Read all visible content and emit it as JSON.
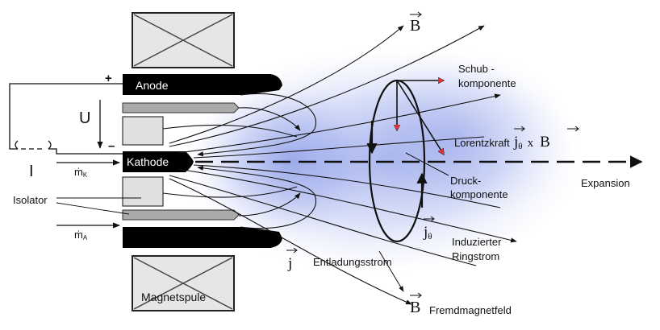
{
  "labels": {
    "anode": "Anode",
    "kathode": "Kathode",
    "magnetspule": "Magnetspule",
    "isolator": "Isolator",
    "voltage": "U",
    "current": "I",
    "plus": "+",
    "minus": "–",
    "mass_k": "ṁ",
    "mass_k_sub": "K",
    "mass_a": "ṁ",
    "mass_a_sub": "A",
    "b_top": "B",
    "schub_1": "Schub -",
    "schub_2": "komponente",
    "lorentz": "Lorentzkraft",
    "lorentz_j": "j",
    "lorentz_theta": "θ",
    "lorentz_x": "x",
    "lorentz_b": "B",
    "druck_1": "Druck-",
    "druck_2": "komponente",
    "expansion": "Expansion",
    "j_theta": "j",
    "j_theta_sub": "θ",
    "induzierter": "Induzierter",
    "ringstrom": "Ringstrom",
    "j_vec": "j",
    "entladungsstrom": "Entladungsstrom",
    "b_bottom": "B",
    "fremdmagnetfeld": "Fremdmagnetfeld"
  },
  "colors": {
    "electrode": "#000000",
    "insulator": "#cccccc",
    "plasma": "#7f8fe0",
    "force_arrow": "#e8303c",
    "line": "#111111"
  }
}
